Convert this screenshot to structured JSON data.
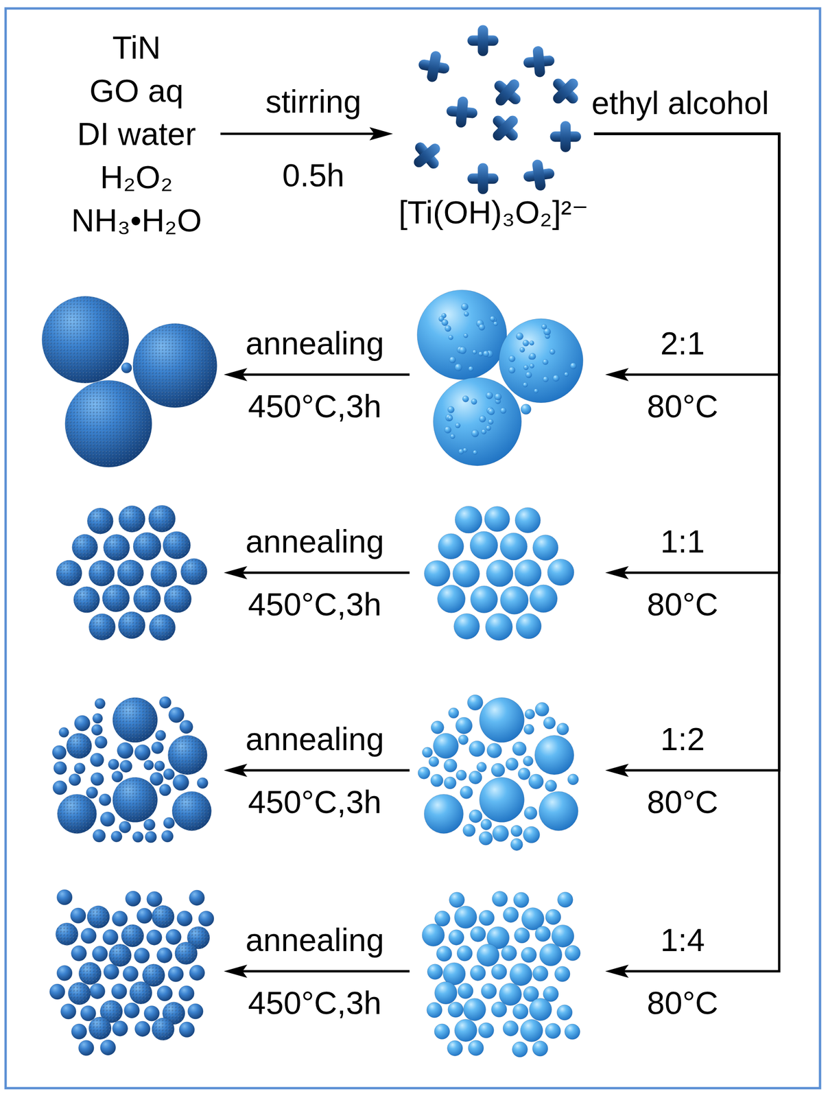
{
  "diagram": {
    "nodes": [
      {
        "text": [
          "TiN",
          "GO aq",
          "DI water",
          "H₂O₂",
          "NH₃•H₂O"
        ]
      },
      {
        "text": [
          "[Ti(OH)₃O₂]²⁻"
        ]
      },
      {
        "text": []
      },
      {
        "text": []
      },
      {
        "text": []
      },
      {
        "text": []
      },
      {
        "text": []
      },
      {
        "text": []
      },
      {
        "text": []
      },
      {
        "text": []
      }
    ],
    "edges": [
      {
        "from": 0,
        "to": 1,
        "arrow": "to",
        "label": "stirring"
      },
      {
        "from": 1,
        "to": 3,
        "arrow": "to",
        "label": "2:1"
      },
      {
        "from": 1,
        "to": 5,
        "arrow": "to",
        "label": "1:1"
      },
      {
        "from": 1,
        "to": 7,
        "arrow": "to",
        "label": "1:2"
      },
      {
        "from": 1,
        "to": 9,
        "arrow": "to",
        "label": "1:4"
      },
      {
        "from": 3,
        "to": 2,
        "arrow": "to",
        "label": "annealing"
      },
      {
        "from": 5,
        "to": 4,
        "arrow": "to",
        "label": "annealing"
      },
      {
        "from": 7,
        "to": 6,
        "arrow": "to",
        "label": "annealing"
      },
      {
        "from": 9,
        "to": 8,
        "arrow": "to",
        "label": "annealing"
      }
    ],
    "labels": [
      "ethyl alcohol",
      "0.5h",
      "450°C,3h",
      "80°C",
      "450°C,3h",
      "80°C",
      "450°C,3h",
      "80°C",
      "450°C,3h",
      "80°C"
    ]
  }
}
